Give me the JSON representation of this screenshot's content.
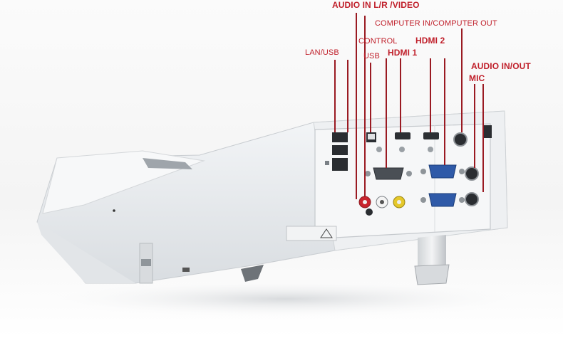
{
  "labels": {
    "audio_in_lr_video": "AUDIO IN L/R  /VIDEO",
    "computer_in_out": "COMPUTER IN/COMPUTER OUT",
    "control": "CONTROL",
    "hdmi_2": "HDMI 2",
    "lan_usb": "LAN/USB",
    "usb": "USB",
    "hdmi_1": "HDMI 1",
    "audio_in_out": "AUDIO IN/OUT",
    "mic": "MIC"
  },
  "colors": {
    "label": "#c0202b",
    "leader": "#9a1a22",
    "body": "#eceff2",
    "panel": "#f7f8f9"
  }
}
